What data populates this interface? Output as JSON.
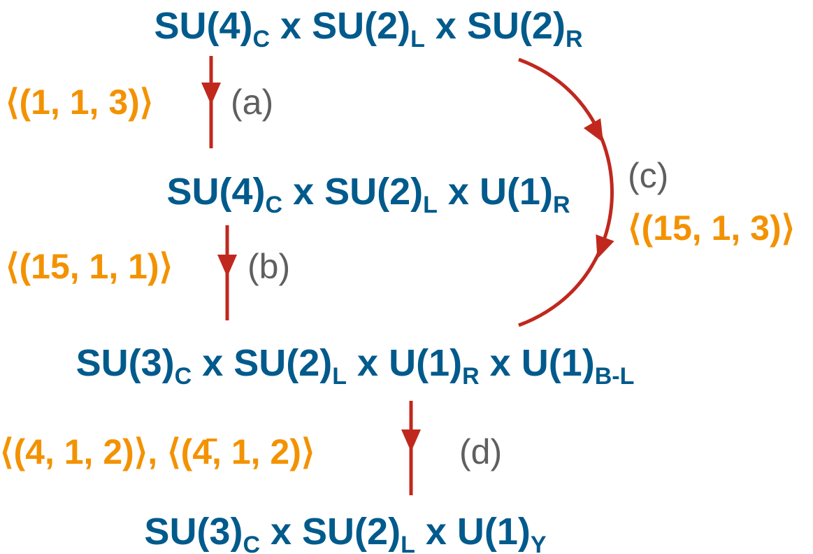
{
  "colors": {
    "group": "#005a8c",
    "vev": "#f39200",
    "arrow": "#c0281e",
    "step_label": "#5f5f5f"
  },
  "groups": [
    {
      "parts": [
        {
          "base": "SU(4)",
          "sub": "C"
        },
        {
          "base": " x SU(2)",
          "sub": "L"
        },
        {
          "base": " x SU(2)",
          "sub": "R"
        }
      ]
    },
    {
      "parts": [
        {
          "base": "SU(4)",
          "sub": "C"
        },
        {
          "base": " x SU(2)",
          "sub": "L"
        },
        {
          "base": " x U(1)",
          "sub": "R"
        }
      ]
    },
    {
      "parts": [
        {
          "base": "SU(3)",
          "sub": "C"
        },
        {
          "base": " x SU(2)",
          "sub": "L"
        },
        {
          "base": " x U(1)",
          "sub": "R"
        },
        {
          "base": " x U(1)",
          "sub": "B-L"
        }
      ]
    },
    {
      "parts": [
        {
          "base": "SU(3)",
          "sub": "C"
        },
        {
          "base": " x SU(2)",
          "sub": "L"
        },
        {
          "base": " x U(1)",
          "sub": "Y"
        }
      ]
    }
  ],
  "breakings": [
    {
      "step": "(a)",
      "vev": "⟨(1, 1, 3)⟩"
    },
    {
      "step": "(b)",
      "vev": "⟨(15, 1, 1)⟩"
    },
    {
      "step": "(c)",
      "vev": "⟨(15, 1, 3)⟩"
    },
    {
      "step": "(d)",
      "vev": "⟨(4, 1, 2)⟩, ⟨(4̄, 1, 2)⟩"
    }
  ]
}
